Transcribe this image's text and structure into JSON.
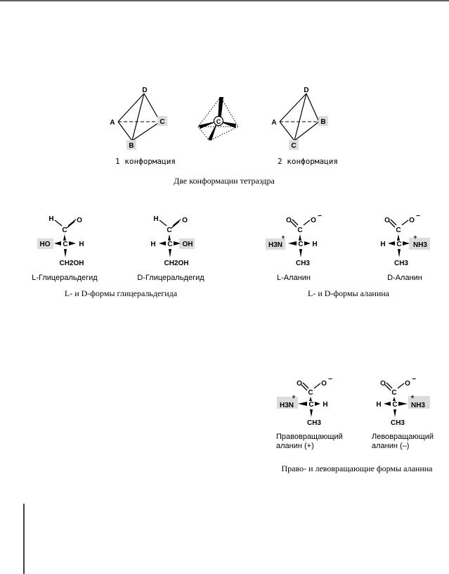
{
  "tetrahedra": {
    "left": {
      "top": "D",
      "left": "A",
      "right": "C",
      "bottom": "B",
      "caption": "1 конформация"
    },
    "center": {
      "label": "C"
    },
    "right": {
      "top": "D",
      "left": "A",
      "right": "B",
      "bottom": "C",
      "caption": "2 конформация"
    },
    "section_caption": "Две конформации тетраэдра"
  },
  "glyceraldehyde": {
    "L": {
      "top_h": "H",
      "top_o": "O",
      "center": "C",
      "left": "HO",
      "right": "H",
      "bottom": "CH2OH",
      "name": "L-Глицеральдегид"
    },
    "D": {
      "top_h": "H",
      "top_o": "O",
      "center": "C",
      "left": "H",
      "right": "OH",
      "bottom": "CH2OH",
      "name": "D-Глицеральдегид"
    },
    "section_caption": "L- и D-формы глицеральдегида"
  },
  "alanine": {
    "L": {
      "top_o": "O",
      "top_ominus": "O",
      "minus": "−",
      "center": "C",
      "left": "H3N",
      "right": "H",
      "bottom": "CH3",
      "plus": "+",
      "name": "L-Аланин"
    },
    "D": {
      "top_o": "O",
      "top_ominus": "O",
      "minus": "−",
      "center": "C",
      "left": "H",
      "right": "NH3",
      "bottom": "CH3",
      "plus": "+",
      "name": "D-Аланин"
    },
    "section_caption": "L- и D-формы аланина"
  },
  "rotation": {
    "plus_form": {
      "top_o": "O",
      "top_ominus": "O",
      "minus": "−",
      "center": "C",
      "left": "H3N",
      "right": "H",
      "bottom": "CH3",
      "plus": "+",
      "name_line1": "Правовращающий",
      "name_line2": "аланин (+)"
    },
    "minus_form": {
      "top_o": "O",
      "top_ominus": "O",
      "minus": "−",
      "center": "C",
      "left": "H",
      "right": "NH3",
      "bottom": "CH3",
      "plus": "+",
      "name_line1": "Левовращающий",
      "name_line2": "аланин (–)"
    },
    "section_caption": "Право- и левовращающие формы аланина"
  }
}
